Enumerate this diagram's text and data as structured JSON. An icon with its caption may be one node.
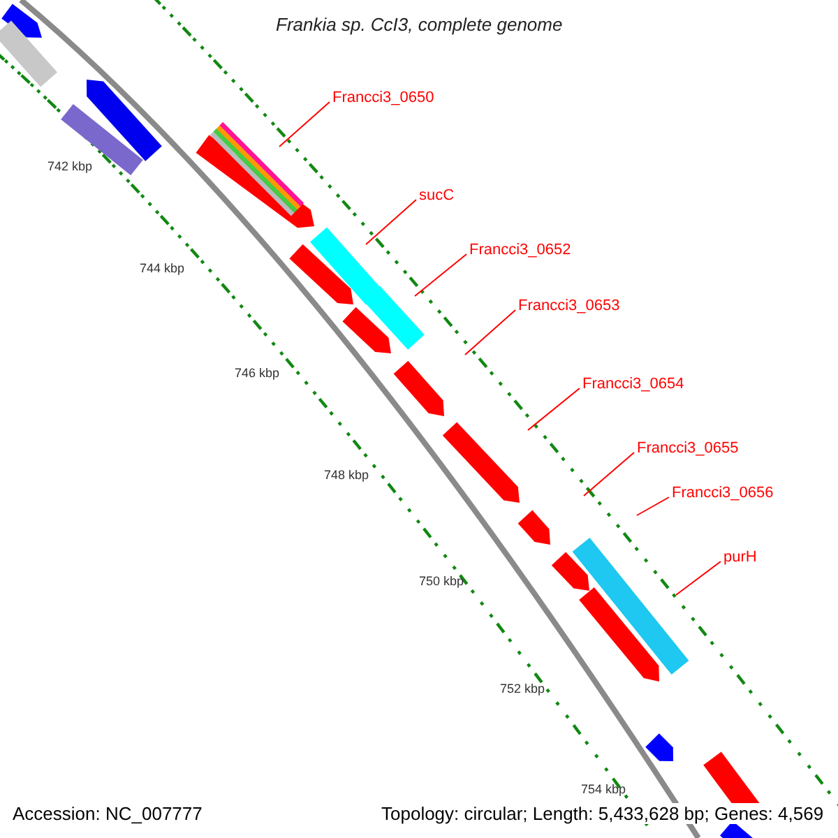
{
  "diagram": {
    "title": "Frankia sp. CcI3, complete genome",
    "nodes": [
      {
        "text": [
          "Francci3_0650"
        ]
      },
      {
        "text": [
          "sucC"
        ]
      },
      {
        "text": [
          "Francci3_0652"
        ]
      },
      {
        "text": [
          "Francci3_0653"
        ]
      },
      {
        "text": [
          "Francci3_0654"
        ]
      },
      {
        "text": [
          "Francci3_0655"
        ]
      },
      {
        "text": [
          "Francci3_0656"
        ]
      },
      {
        "text": [
          "purH"
        ]
      }
    ],
    "edges": [
      {
        "from": 0,
        "to": null,
        "arrow": "none"
      },
      {
        "from": 1,
        "to": null,
        "arrow": "none"
      },
      {
        "from": 2,
        "to": null,
        "arrow": "none"
      },
      {
        "from": 3,
        "to": null,
        "arrow": "none"
      },
      {
        "from": 4,
        "to": null,
        "arrow": "none"
      },
      {
        "from": 5,
        "to": null,
        "arrow": "none"
      },
      {
        "from": 6,
        "to": null,
        "arrow": "none"
      },
      {
        "from": 7,
        "to": null,
        "arrow": "none"
      }
    ],
    "labels": [
      "742 kbp",
      "744 kbp",
      "746 kbp",
      "748 kbp",
      "750 kbp",
      "752 kbp",
      "754 kbp",
      "Accession: NC_007777",
      "Topology: circular; Length: 5,433,628 bp; Genes: 4,569"
    ]
  }
}
